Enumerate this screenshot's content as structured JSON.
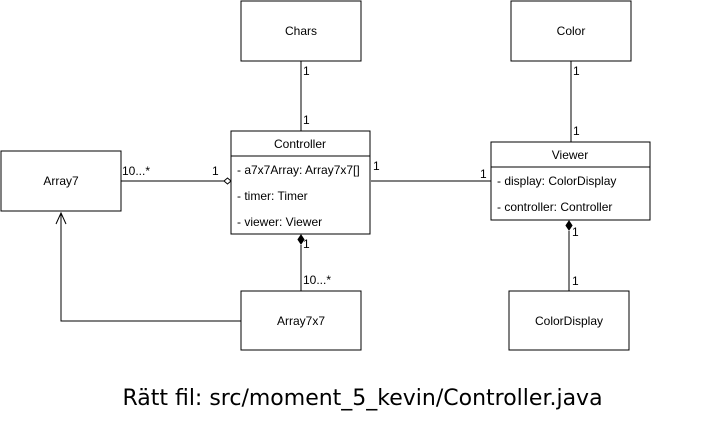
{
  "classes": {
    "chars": {
      "name": "Chars"
    },
    "color": {
      "name": "Color"
    },
    "controller": {
      "name": "Controller",
      "attributes": [
        "- a7x7Array: Array7x7[]",
        "- timer: Timer",
        "- viewer: Viewer"
      ]
    },
    "viewer": {
      "name": "Viewer",
      "attributes": [
        "- display: ColorDisplay",
        "- controller: Controller"
      ]
    },
    "array7": {
      "name": "Array7"
    },
    "array7x7": {
      "name": "Array7x7"
    },
    "colordisplay": {
      "name": "ColorDisplay"
    }
  },
  "multiplicities": {
    "chars_controller_top": "1",
    "chars_controller_bottom": "1",
    "color_viewer_top": "1",
    "color_viewer_bottom": "1",
    "array7_side": "10...*",
    "controller_array7_side": "1",
    "controller_viewer_side": "1",
    "viewer_controller_side": "1",
    "controller_array7x7_top": "1",
    "array7x7_side": "10...*",
    "viewer_colordisplay_top": "1",
    "colordisplay_side": "1"
  },
  "caption": "Rätt fil: src/moment_5_kevin/Controller.java"
}
